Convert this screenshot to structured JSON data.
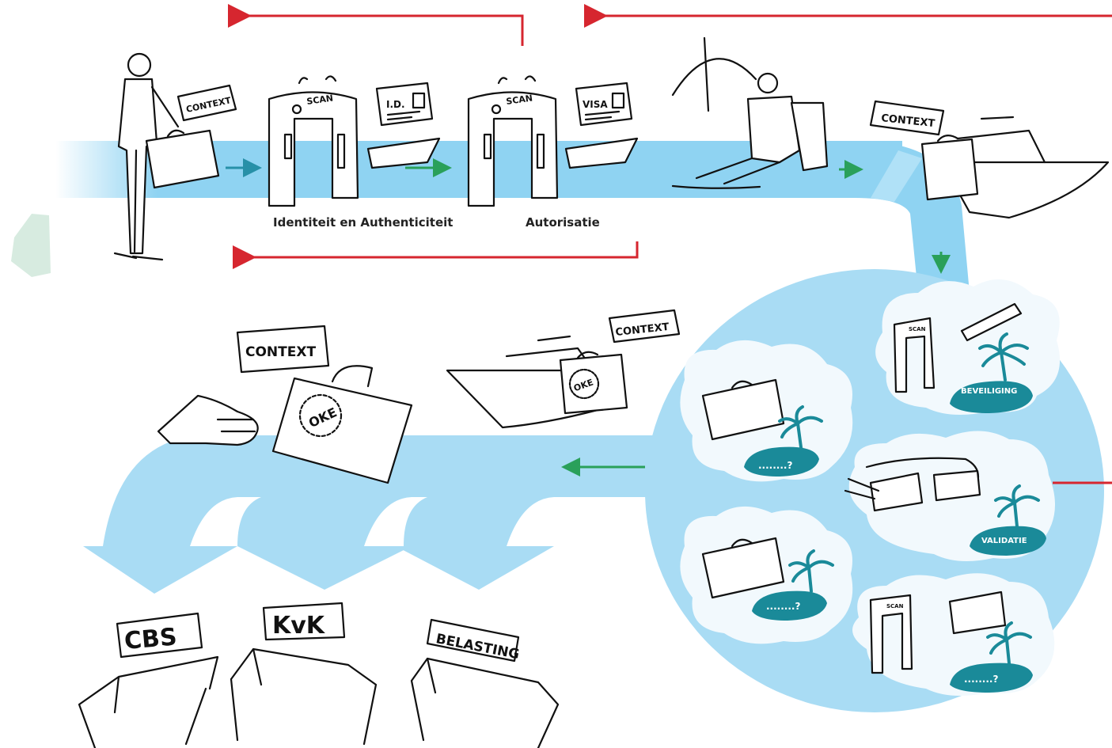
{
  "colors": {
    "flow": "#8fd3f2",
    "flow_light": "#c9ecfb",
    "cloud": "#eef7fc",
    "island": "#1a8a99",
    "red_arrow": "#d6262f",
    "green_arrow": "#2aa05a",
    "teal_arrow": "#2790a8"
  },
  "stages": {
    "identity_label": "Identiteit en Authenticiteit",
    "authorization_label": "Autorisatie"
  },
  "scanner": {
    "gate_text": "SCAN"
  },
  "cards": {
    "id_card": "I.D.",
    "visa_card": "VISA"
  },
  "tags": {
    "context": "CONTEXT",
    "approved_stamp": "OKE"
  },
  "islands": {
    "security": "BEVEILIGING",
    "validation": "VALIDATIE",
    "unknown": "........?"
  },
  "destinations": {
    "cbs": "CBS",
    "kvk": "KvK",
    "belasting": "BELASTING"
  }
}
